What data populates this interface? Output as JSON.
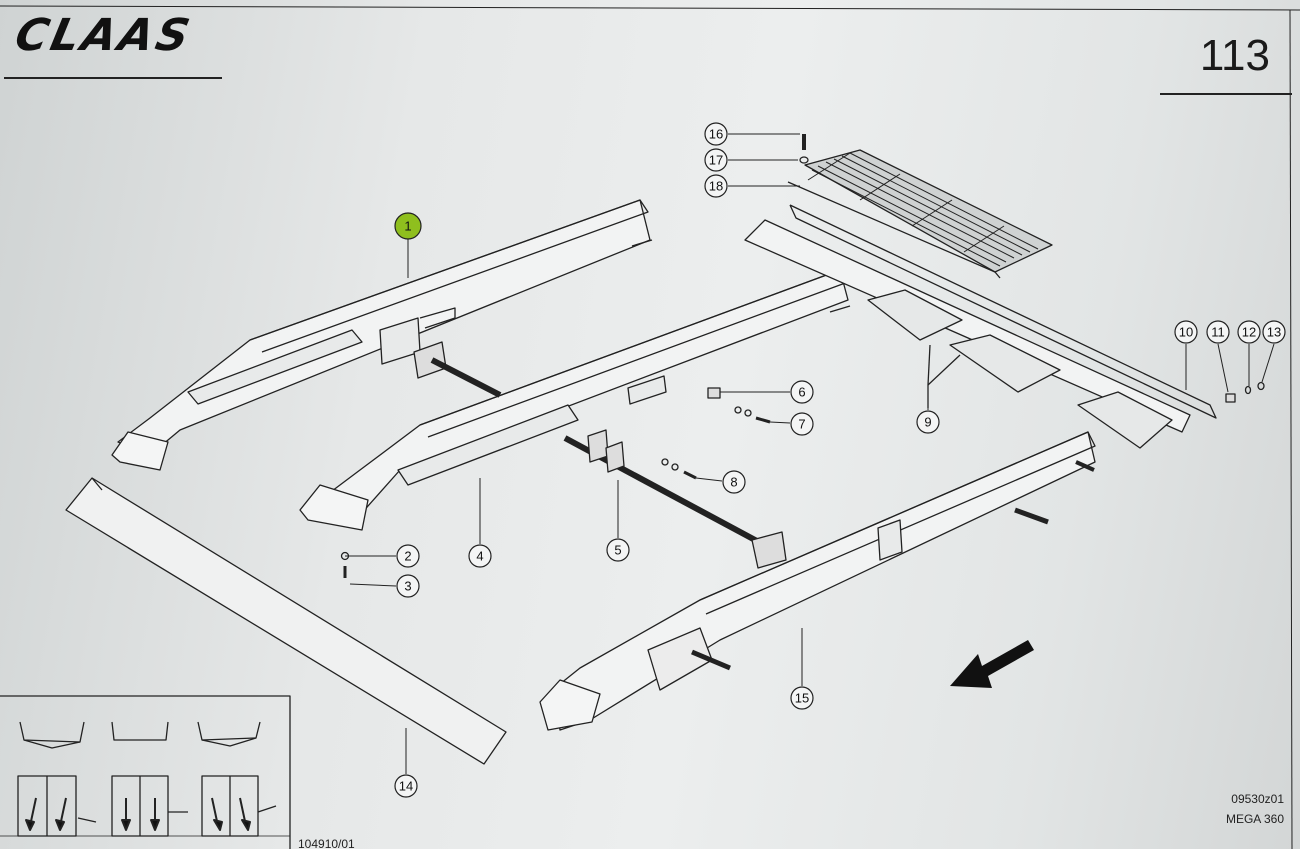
{
  "header": {
    "brand": "CLAAS",
    "page_number": "113"
  },
  "footer": {
    "drawing_code": "09530z01",
    "model": "MEGA 360",
    "reference": "104910/01"
  },
  "parts": [
    {
      "num": "1",
      "highlighted": true
    },
    {
      "num": "2"
    },
    {
      "num": "3"
    },
    {
      "num": "4"
    },
    {
      "num": "5"
    },
    {
      "num": "6"
    },
    {
      "num": "7"
    },
    {
      "num": "8"
    },
    {
      "num": "9"
    },
    {
      "num": "10"
    },
    {
      "num": "11"
    },
    {
      "num": "12"
    },
    {
      "num": "13"
    },
    {
      "num": "14"
    },
    {
      "num": "15"
    },
    {
      "num": "16"
    },
    {
      "num": "17"
    },
    {
      "num": "18"
    }
  ],
  "colors": {
    "line": "#222222",
    "highlight": "#8fbf1e"
  }
}
